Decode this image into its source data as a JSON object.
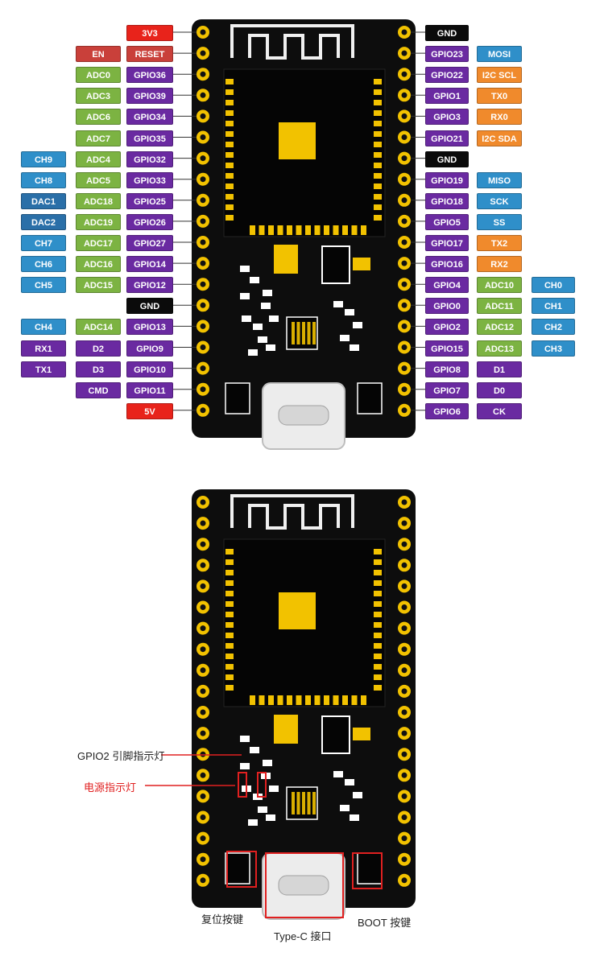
{
  "colors": {
    "power": "#e8231b",
    "enable": "#c9403a",
    "gpio": "#6a2aa1",
    "adc": "#7cb342",
    "cap": "#2f8fc9",
    "dac": "#2a6fa8",
    "gnd": "#0b0b0b",
    "func": "#f08a2c",
    "board": "#0d0d0d",
    "pad": "#f2c200",
    "highlight": "#e02020"
  },
  "left_rows": [
    {
      "pin": "3V3",
      "pin_type": "power",
      "labels": []
    },
    {
      "pin": "RESET",
      "pin_type": "enable",
      "labels": [
        {
          "text": "EN",
          "type": "enable"
        }
      ]
    },
    {
      "pin": "GPIO36",
      "pin_type": "gpio",
      "labels": [
        {
          "text": "ADC0",
          "type": "adc"
        }
      ]
    },
    {
      "pin": "GPIO39",
      "pin_type": "gpio",
      "labels": [
        {
          "text": "ADC3",
          "type": "adc"
        }
      ]
    },
    {
      "pin": "GPIO34",
      "pin_type": "gpio",
      "labels": [
        {
          "text": "ADC6",
          "type": "adc"
        }
      ]
    },
    {
      "pin": "GPIO35",
      "pin_type": "gpio",
      "labels": [
        {
          "text": "ADC7",
          "type": "adc"
        }
      ]
    },
    {
      "pin": "GPIO32",
      "pin_type": "gpio",
      "labels": [
        {
          "text": "ADC4",
          "type": "adc"
        },
        {
          "text": "CH9",
          "type": "cap"
        }
      ]
    },
    {
      "pin": "GPIO33",
      "pin_type": "gpio",
      "labels": [
        {
          "text": "ADC5",
          "type": "adc"
        },
        {
          "text": "CH8",
          "type": "cap"
        }
      ]
    },
    {
      "pin": "GPIO25",
      "pin_type": "gpio",
      "labels": [
        {
          "text": "ADC18",
          "type": "adc"
        },
        {
          "text": "DAC1",
          "type": "dac"
        }
      ]
    },
    {
      "pin": "GPIO26",
      "pin_type": "gpio",
      "labels": [
        {
          "text": "ADC19",
          "type": "adc"
        },
        {
          "text": "DAC2",
          "type": "dac"
        }
      ]
    },
    {
      "pin": "GPIO27",
      "pin_type": "gpio",
      "labels": [
        {
          "text": "ADC17",
          "type": "adc"
        },
        {
          "text": "CH7",
          "type": "cap"
        }
      ]
    },
    {
      "pin": "GPIO14",
      "pin_type": "gpio",
      "labels": [
        {
          "text": "ADC16",
          "type": "adc"
        },
        {
          "text": "CH6",
          "type": "cap"
        }
      ]
    },
    {
      "pin": "GPIO12",
      "pin_type": "gpio",
      "labels": [
        {
          "text": "ADC15",
          "type": "adc"
        },
        {
          "text": "CH5",
          "type": "cap"
        }
      ]
    },
    {
      "pin": "GND",
      "pin_type": "gnd",
      "labels": []
    },
    {
      "pin": "GPIO13",
      "pin_type": "gpio",
      "labels": [
        {
          "text": "ADC14",
          "type": "adc"
        },
        {
          "text": "CH4",
          "type": "cap"
        }
      ]
    },
    {
      "pin": "GPIO9",
      "pin_type": "gpio",
      "labels": [
        {
          "text": "D2",
          "type": "gpio"
        },
        {
          "text": "RX1",
          "type": "gpio"
        }
      ]
    },
    {
      "pin": "GPIO10",
      "pin_type": "gpio",
      "labels": [
        {
          "text": "D3",
          "type": "gpio"
        },
        {
          "text": "TX1",
          "type": "gpio"
        }
      ]
    },
    {
      "pin": "GPIO11",
      "pin_type": "gpio",
      "labels": [
        {
          "text": "CMD",
          "type": "gpio"
        }
      ]
    },
    {
      "pin": "5V",
      "pin_type": "power",
      "labels": []
    }
  ],
  "right_rows": [
    {
      "pin": "GND",
      "pin_type": "gnd",
      "labels": []
    },
    {
      "pin": "GPIO23",
      "pin_type": "gpio",
      "labels": [
        {
          "text": "MOSI",
          "type": "cap"
        }
      ]
    },
    {
      "pin": "GPIO22",
      "pin_type": "gpio",
      "labels": [
        {
          "text": "I2C SCL",
          "type": "func"
        }
      ]
    },
    {
      "pin": "GPIO1",
      "pin_type": "gpio",
      "labels": [
        {
          "text": "TX0",
          "type": "func"
        }
      ]
    },
    {
      "pin": "GPIO3",
      "pin_type": "gpio",
      "labels": [
        {
          "text": "RX0",
          "type": "func"
        }
      ]
    },
    {
      "pin": "GPIO21",
      "pin_type": "gpio",
      "labels": [
        {
          "text": "I2C SDA",
          "type": "func"
        }
      ]
    },
    {
      "pin": "GND",
      "pin_type": "gnd",
      "labels": []
    },
    {
      "pin": "GPIO19",
      "pin_type": "gpio",
      "labels": [
        {
          "text": "MISO",
          "type": "cap"
        }
      ]
    },
    {
      "pin": "GPIO18",
      "pin_type": "gpio",
      "labels": [
        {
          "text": "SCK",
          "type": "cap"
        }
      ]
    },
    {
      "pin": "GPIO5",
      "pin_type": "gpio",
      "labels": [
        {
          "text": "SS",
          "type": "cap"
        }
      ]
    },
    {
      "pin": "GPIO17",
      "pin_type": "gpio",
      "labels": [
        {
          "text": "TX2",
          "type": "func"
        }
      ]
    },
    {
      "pin": "GPIO16",
      "pin_type": "gpio",
      "labels": [
        {
          "text": "RX2",
          "type": "func"
        }
      ]
    },
    {
      "pin": "GPIO4",
      "pin_type": "gpio",
      "labels": [
        {
          "text": "ADC10",
          "type": "adc"
        },
        {
          "text": "CH0",
          "type": "cap"
        }
      ]
    },
    {
      "pin": "GPIO0",
      "pin_type": "gpio",
      "labels": [
        {
          "text": "ADC11",
          "type": "adc"
        },
        {
          "text": "CH1",
          "type": "cap"
        }
      ]
    },
    {
      "pin": "GPIO2",
      "pin_type": "gpio",
      "labels": [
        {
          "text": "ADC12",
          "type": "adc"
        },
        {
          "text": "CH2",
          "type": "cap"
        }
      ]
    },
    {
      "pin": "GPIO15",
      "pin_type": "gpio",
      "labels": [
        {
          "text": "ADC13",
          "type": "adc"
        },
        {
          "text": "CH3",
          "type": "cap"
        }
      ]
    },
    {
      "pin": "GPIO8",
      "pin_type": "gpio",
      "labels": [
        {
          "text": "D1",
          "type": "gpio"
        }
      ]
    },
    {
      "pin": "GPIO7",
      "pin_type": "gpio",
      "labels": [
        {
          "text": "D0",
          "type": "gpio"
        }
      ]
    },
    {
      "pin": "GPIO6",
      "pin_type": "gpio",
      "labels": [
        {
          "text": "CK",
          "type": "gpio"
        }
      ]
    }
  ],
  "annotations": {
    "gpio2_led": "GPIO2 引脚指示灯",
    "power_led": "电源指示灯",
    "reset_button": "复位按键",
    "boot_button": "BOOT 按键",
    "usb_port": "Type-C 接口"
  }
}
